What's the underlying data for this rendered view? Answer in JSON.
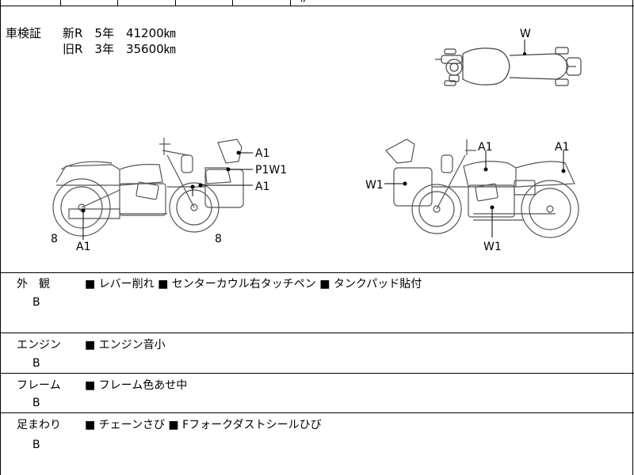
{
  "top_row": {
    "partial_text": "ｶ"
  },
  "inspection": {
    "label": "車検証",
    "new_line": "新R　5年　41200㎞",
    "old_line": "旧R　3年　35600㎞"
  },
  "diagram_marks": {
    "top_view_w": "W",
    "left_a1_top": "A1",
    "left_p1w1": "P1W1",
    "left_a1_mid": "A1",
    "left_a1_bottom": "A1",
    "left_8_front": "8",
    "left_8_rear": "8",
    "right_w1_bag": "W1",
    "right_a1_tank": "A1",
    "right_a1_tail": "A1",
    "right_w1_bottom": "W1"
  },
  "sections": [
    {
      "label": "外　観",
      "grade": "B",
      "items": "■ レバー削れ ■ センターカウル右タッチペン ■ タンクパッド貼付"
    },
    {
      "label": "エンジン",
      "grade": "B",
      "items": "■ エンジン音小"
    },
    {
      "label": "フレーム",
      "grade": "B",
      "items": "■ フレーム色あせ中"
    },
    {
      "label": "足まわり",
      "grade": "B",
      "items": "■ チェーンさび ■ Fフォークダストシールひび"
    }
  ]
}
